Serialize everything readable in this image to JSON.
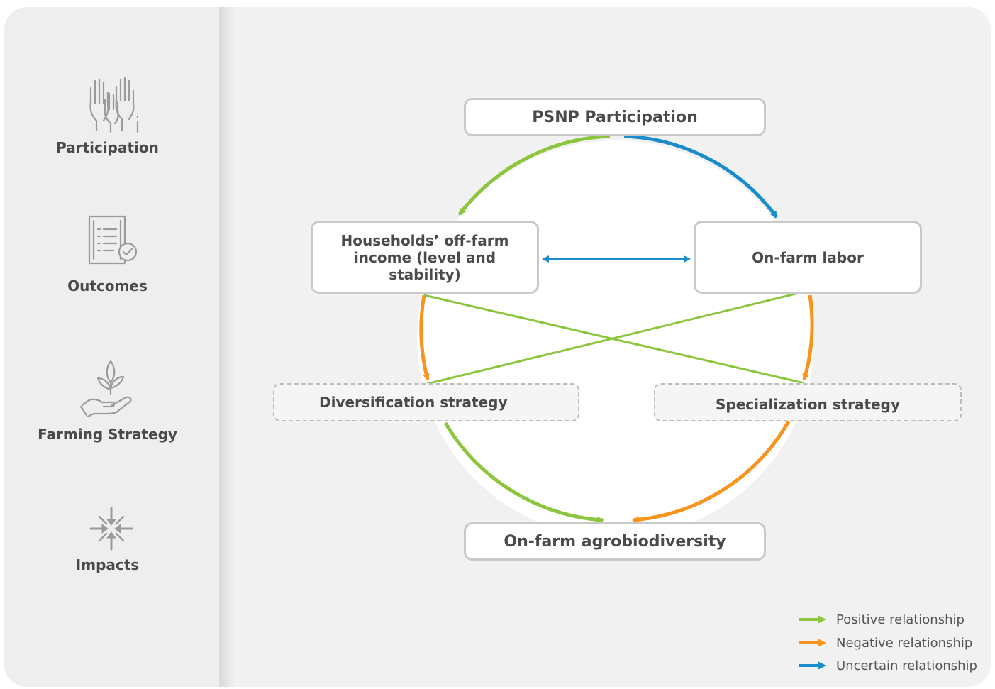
{
  "sidebar": {
    "items": [
      {
        "label": "Participation",
        "icon": "raised-hands-icon"
      },
      {
        "label": "Outcomes",
        "icon": "checklist-icon"
      },
      {
        "label": "Farming Strategy",
        "icon": "plant-in-hand-icon"
      },
      {
        "label": "Impacts",
        "icon": "converging-arrows-icon"
      }
    ]
  },
  "diagram": {
    "nodes": {
      "psnp": "PSNP Participation",
      "income": "Households’ off-farm income (level and stability)",
      "labor": "On-farm labor",
      "diversification": "Diversification strategy",
      "specialization": "Specialization strategy",
      "agrobiodiversity": "On-farm agrobiodiversity"
    }
  },
  "legend": {
    "positive": "Positive relationship",
    "negative": "Negative relationship",
    "uncertain": "Uncertain relationship"
  },
  "colors": {
    "positive": "#8cc63f",
    "negative": "#f7941d",
    "uncertain": "#1b8ccb",
    "box_border": "#c9c9c9",
    "text": "#4a4a4a"
  }
}
